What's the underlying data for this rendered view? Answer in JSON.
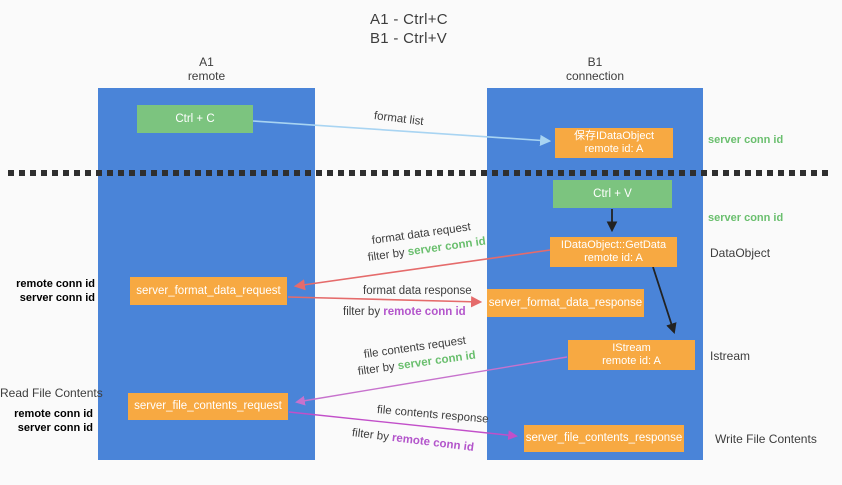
{
  "title": {
    "line1": "A1 - Ctrl+C",
    "line2": "B1 - Ctrl+V"
  },
  "lanes": {
    "left": {
      "name": "A1",
      "subtitle": "remote"
    },
    "right": {
      "name": "B1",
      "subtitle": "connection"
    }
  },
  "nodes": {
    "ctrl_c": {
      "label": "Ctrl + C"
    },
    "ctrl_v": {
      "label": "Ctrl + V"
    },
    "save_dataobject": {
      "line1": "保存IDataObject",
      "line2": "remote id: A"
    },
    "getdata": {
      "line1": "IDataObject::GetData",
      "line2": "remote id: A"
    },
    "istream": {
      "line1": "IStream",
      "line2": "remote id: A"
    },
    "format_request": {
      "label": "server_format_data_request"
    },
    "format_response": {
      "label": "server_format_data_response"
    },
    "file_request": {
      "label": "server_file_contents_request"
    },
    "file_response": {
      "label": "server_file_contents_response"
    }
  },
  "labels": {
    "format_list": "format list",
    "format_data_request": "format data request",
    "format_data_response": "format data response",
    "file_contents_request": "file contents request",
    "file_contents_response": "file contents response",
    "filter_by": "filter by ",
    "server_conn_id": "server conn id",
    "remote_conn_id": "remote conn id",
    "read_file_contents": "Read File Contents",
    "write_file_contents": "Write File Contents",
    "dataobject": "DataObject",
    "istream": "Istream"
  },
  "colors": {
    "lane_blue": "#4a84d8",
    "box_green": "#7cc47f",
    "box_orange": "#f7a942",
    "green_text": "#6abf6e",
    "purple_text": "#b355cb",
    "arrow_lightblue": "#a8d4f2",
    "arrow_red": "#e56b6b",
    "arrow_purple": "#c772cd",
    "arrow_magenta": "#c24fc9",
    "arrow_black": "#222222",
    "dark_text": "#3d3d3d",
    "background": "#fafafa"
  }
}
